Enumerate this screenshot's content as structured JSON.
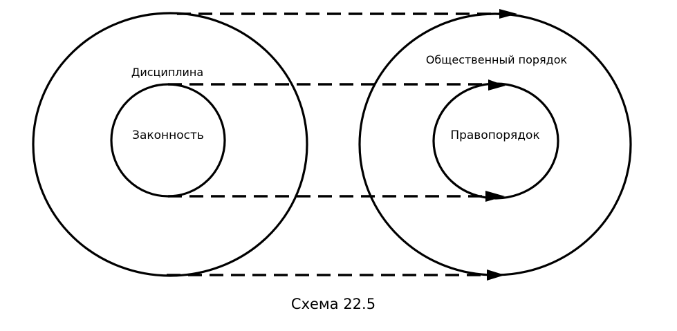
{
  "diagram": {
    "labels": {
      "discipline": "Дисциплина",
      "legality": "Законность",
      "public_order": "Общественный порядок",
      "law_order": "Правопорядок"
    },
    "caption": "Схема 22.5",
    "colors": {
      "stroke": "#000000",
      "background": "#ffffff"
    }
  }
}
